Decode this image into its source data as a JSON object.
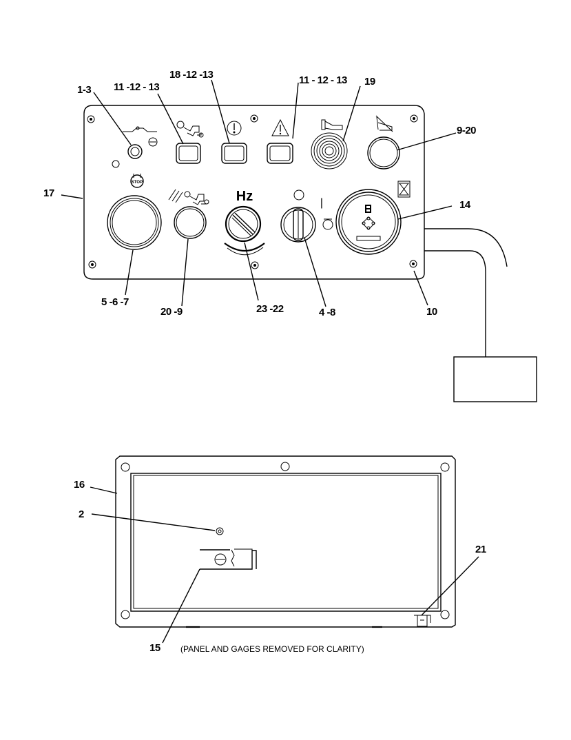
{
  "callouts": {
    "c1_3": "1-3",
    "c11_12_13_left": "11 -12 - 13",
    "c18_12_13": "18 -12 -13",
    "c11_12_13_right": "11 - 12 - 13",
    "c19": "19",
    "c9_20": "9-20",
    "c17": "17",
    "c14": "14",
    "c5_6_7": "5 -6 -7",
    "c20_9": "20 -9",
    "c23_22": "23 -22",
    "c4_8": "4 -8",
    "c10": "10",
    "c16": "16",
    "c2": "2",
    "c21": "21",
    "c15": "15"
  },
  "panel_symbols": {
    "stop_label": "STOP",
    "hz_label": "Hz",
    "switch_on_mark": "|"
  },
  "caption": "(PANEL AND GAGES REMOVED FOR CLARITY)"
}
